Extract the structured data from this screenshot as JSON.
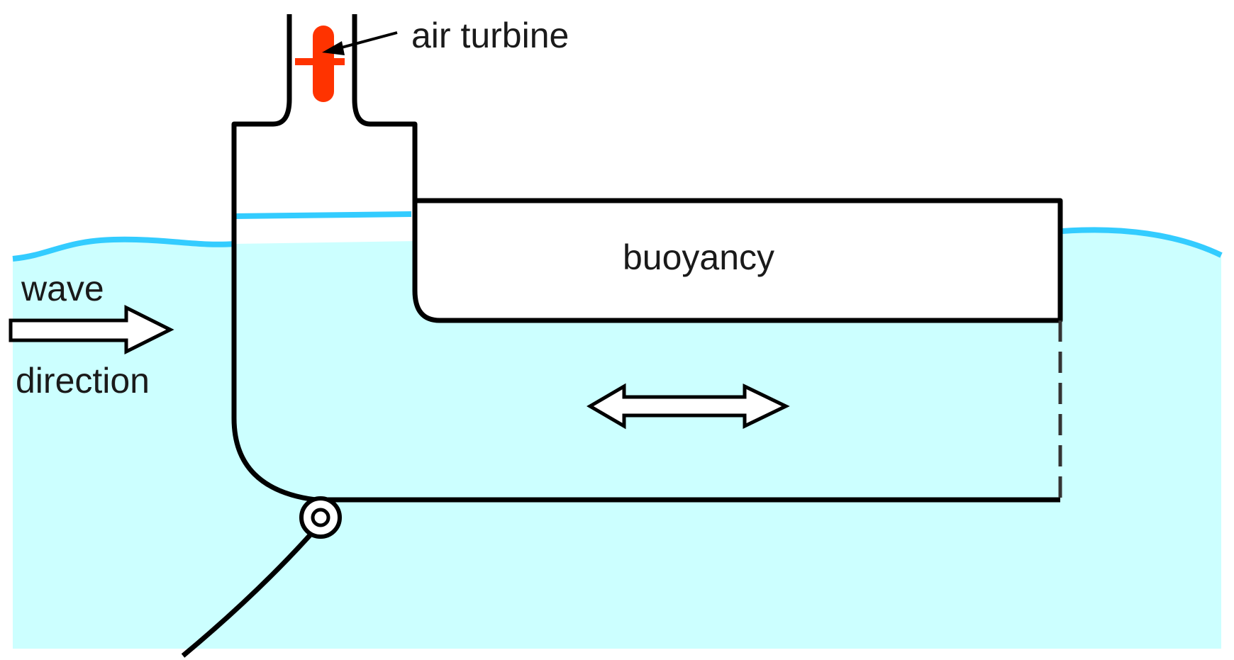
{
  "labels": {
    "air_turbine": "air turbine",
    "buoyancy": "buoyancy",
    "wave": "wave",
    "direction": "direction"
  },
  "colors": {
    "water_fill": "#ccffff",
    "water_surface": "#33ccff",
    "turbine": "#ff3300",
    "outline": "#000000",
    "arrow_fill": "#ffffff"
  }
}
